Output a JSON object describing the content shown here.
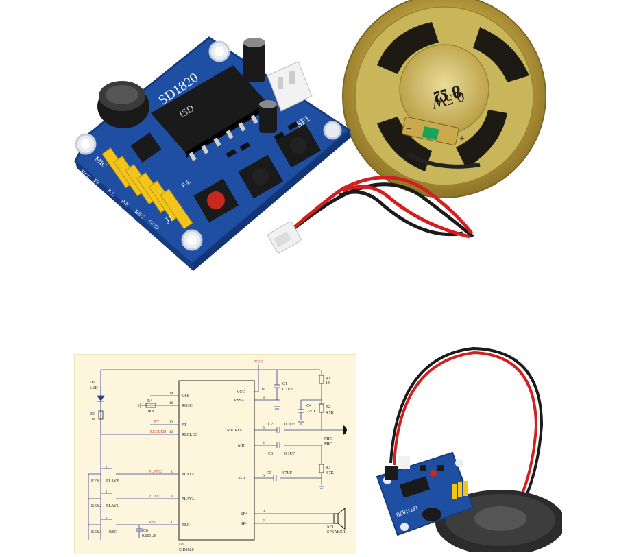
{
  "board": {
    "chip_label": "ISD",
    "module_name": "SD1820",
    "connector": "SP1",
    "header_label": "J1",
    "header_pins": [
      "VCC",
      "FT",
      "P-L",
      "P-E",
      "REC",
      "GND"
    ],
    "header_tag_mic": "MIC",
    "header_tag_pe": "P-E"
  },
  "speaker": {
    "impedance": "8 Ω",
    "power": "0.5W",
    "minus": "−",
    "plus": "+"
  },
  "schematic": {
    "vcc": "VCC",
    "ic_ref": "U1",
    "ic_part": "ISD1820",
    "left_pins": [
      {
        "num": "14",
        "name": "VSS"
      },
      {
        "num": "10",
        "name": "ROSC"
      },
      {
        "num": "12",
        "name": "FT"
      },
      {
        "num": "13",
        "name": "RECLED"
      },
      {
        "num": "2",
        "name": "PLAYE"
      },
      {
        "num": "3",
        "name": "PLAYL"
      },
      {
        "num": "1",
        "name": "REC"
      }
    ],
    "right_pins": [
      {
        "num": "11",
        "name": "VCC"
      },
      {
        "num": "8",
        "name": "VSSA"
      },
      {
        "num": "5",
        "name": "MICREF"
      },
      {
        "num": "4",
        "name": "MIC"
      },
      {
        "num": "6",
        "name": "AGC"
      },
      {
        "num": "9",
        "name": "SP+"
      },
      {
        "num": "7",
        "name": "SP-"
      }
    ],
    "net_labels": {
      "ft": "FT",
      "recled": "RECLED",
      "playe": "PLAYE",
      "playl": "PLAYL",
      "rec": "REC"
    },
    "components": {
      "d1_ref": "D1",
      "d1_val": "LED",
      "r5_ref": "R5",
      "r5_val": "1K",
      "r4_ref": "R4",
      "r4_val": "100K",
      "r1_ref": "R1",
      "r1_val": "1K",
      "r2_ref": "R2",
      "r2_val": "4.7K",
      "r3_ref": "R3",
      "r3_val": "4.7K",
      "c1_ref": "C1",
      "c1_val": "0.1UF",
      "c2_ref": "C2",
      "c2_val": "0.1UF",
      "c3_ref": "C3",
      "c3_val": "0.1UF",
      "c4_ref": "C4",
      "c4_val": "22UF",
      "c5_ref": "C5",
      "c5_val": "4.7UF",
      "c6_ref": "C6",
      "c6_val": "0.001UF",
      "mic_ref": "MIC",
      "mic_val": "MIC",
      "sp_ref": "SP1",
      "sp_val": "SPEAKER",
      "key1": "KEY1",
      "key1_name": "PLAYE",
      "key2": "KEY2",
      "key2_name": "PLAYL",
      "key3": "KEY3",
      "key3_name": "REC"
    }
  },
  "bottom_module": {
    "label": "ISD1820"
  },
  "colors": {
    "pcb": "#1f4fa3",
    "pcb_edge": "#163c80",
    "header_pins": "#f3c51a",
    "speaker_rim": "#c8b24a",
    "wire_red": "#d3201f",
    "wire_black": "#1b1b1b",
    "schematic_bg": "#fdf6dc"
  }
}
